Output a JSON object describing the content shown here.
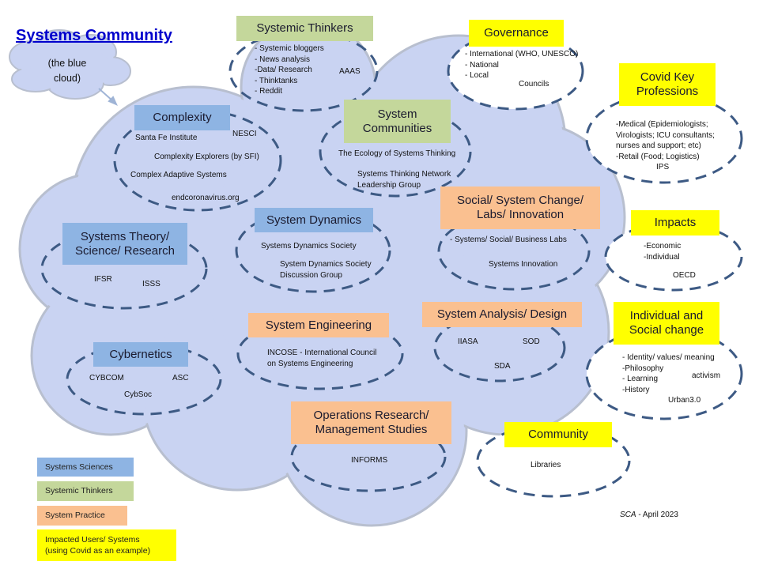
{
  "title": "Systems Community",
  "callout": {
    "line1": "(the blue",
    "line2": "cloud)"
  },
  "colors": {
    "systems_sciences": "#8eb4e3",
    "systemic_thinkers": "#c4d79b",
    "system_practice": "#fac090",
    "impacted": "#ffff00",
    "cloud_fill": "#c9d3f2",
    "cloud_stroke": "#b8bfcf",
    "ellipse_dash": "#3d5a84",
    "title_link": "#0000cc"
  },
  "groups": {
    "systemic_thinkers": {
      "label": "Systemic Thinkers",
      "items": [
        "- Systemic bloggers",
        "- News analysis",
        "-Data/ Research",
        "- Thinktanks",
        "- Reddit"
      ],
      "extra": "AAAS"
    },
    "governance": {
      "label": "Governance",
      "items": [
        "- International (WHO, UNESCO)",
        "- National",
        "- Local"
      ],
      "extra": "Councils"
    },
    "covid_key_professions": {
      "label_line1": "Covid Key",
      "label_line2": "Professions",
      "items": [
        "-Medical (Epidemiologists;",
        "Virologists; ICU consultants;",
        "nurses and support;  etc)",
        "-Retail (Food; Logistics)"
      ],
      "extra": "IPS"
    },
    "complexity": {
      "label": "Complexity",
      "items": [
        "Santa Fe Institute",
        "NESCI",
        "Complexity Explorers (by SFI)",
        "Complex Adaptive Systems",
        "endcoronavirus.org"
      ]
    },
    "system_communities": {
      "label_line1": "System",
      "label_line2": "Communities",
      "items": [
        "The Ecology of Systems Thinking",
        "Systems Thinking Network",
        "Leadership Group"
      ]
    },
    "social_change_labs": {
      "label_line1": "Social/ System Change/",
      "label_line2": "Labs/ Innovation",
      "items": [
        "- Systems/ Social/ Business Labs",
        "Systems Innovation"
      ]
    },
    "impacts": {
      "label": "Impacts",
      "items": [
        "-Economic",
        "-Individual"
      ],
      "extra": "OECD"
    },
    "systems_theory": {
      "label_line1": "Systems Theory/",
      "label_line2": "Science/ Research",
      "items": [
        "IFSR",
        "ISSS"
      ]
    },
    "system_dynamics": {
      "label": "System Dynamics",
      "items": [
        "Systems Dynamics Society",
        "System Dynamics Society",
        "Discussion Group"
      ]
    },
    "system_engineering": {
      "label": "System Engineering",
      "items": [
        "INCOSE - International Council",
        "on Systems Engineering"
      ]
    },
    "system_analysis": {
      "label": "System Analysis/ Design",
      "items": [
        "IIASA",
        "SOD",
        "SDA"
      ]
    },
    "individual_social_change": {
      "label_line1": "Individual and",
      "label_line2": "Social change",
      "items": [
        "- Identity/ values/ meaning",
        "-Philosophy",
        "- Learning",
        "-History"
      ],
      "extra1": "activism",
      "extra2": "Urban3.0"
    },
    "cybernetics": {
      "label": "Cybernetics",
      "items": [
        "CYBCOM",
        "ASC",
        "CybSoc"
      ]
    },
    "operations_research": {
      "label_line1": "Operations Research/",
      "label_line2": "Management Studies",
      "items": [
        "INFORMS"
      ]
    },
    "community": {
      "label": "Community",
      "items": [
        "Libraries"
      ]
    }
  },
  "legend": [
    {
      "label": "Systems Sciences"
    },
    {
      "label": "Systemic Thinkers"
    },
    {
      "label": "System Practice"
    },
    {
      "label_line1": "Impacted Users/ Systems",
      "label_line2": "(using Covid as an example)"
    }
  ],
  "footer": {
    "author": "SCA",
    "date": " -  April 2023"
  }
}
